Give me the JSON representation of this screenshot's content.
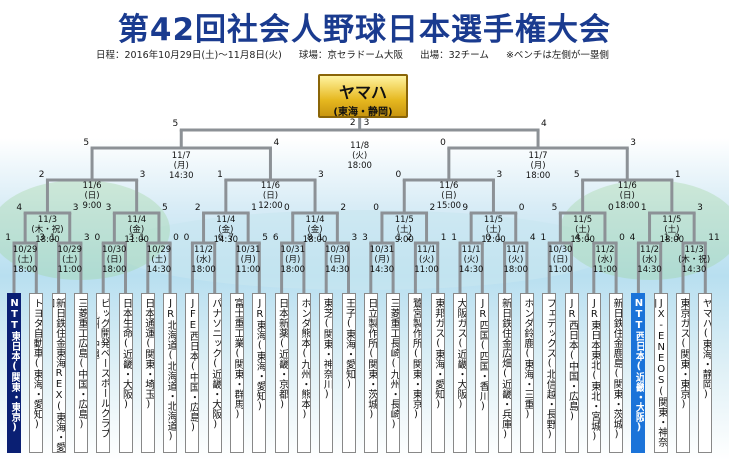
{
  "title": "第42回社会人野球日本選手権大会",
  "info": {
    "schedule": "日程：2016年10月29日(土)～11月8日(火)",
    "venue": "球場：京セラドーム大阪",
    "teams": "出場：32チーム",
    "note": "※ベンチは左側が一塁側"
  },
  "champion": {
    "name": "ヤマハ",
    "region": "(東海・静岡)"
  },
  "final": {
    "date": "11/8",
    "day": "(火)",
    "time": "18:00",
    "score_left": "2",
    "score_right": "3"
  },
  "semis": [
    {
      "date": "11/7",
      "day": "(月)",
      "time": "14:30",
      "score_left": "5",
      "score_right": "4",
      "final_score": "5"
    },
    {
      "date": "11/7",
      "day": "(月)",
      "time": "18:00",
      "score_left": "0",
      "score_right": "3",
      "final_score": "4"
    }
  ],
  "colors": {
    "title": "#1a3b8f",
    "champion": "#e6b820",
    "winner_left": "#0a1f73",
    "winner_right": "#1a73d9"
  },
  "teams": [
    "NTT東日本(関東・東京)",
    "トヨタ自動車(東海・愛知)",
    "新日鉄住金東海REX(東海・愛知)",
    "三菱重工広島(中国・広島)",
    "ビッグ開発ベースボールクラブ(九州・沖縄)",
    "日本生命(近畿・大阪)",
    "日本通運(関東・埼玉)",
    "JR北海道(北海道・北海道)",
    "JFE西日本(中国・広島)",
    "パナソニック(近畿・大阪)",
    "富士重工業(関東・群馬)",
    "JR東海(東海・愛知)",
    "日本新薬(近畿・京都)",
    "ホンダ熊本(九州・熊本)",
    "東芝(関東・神奈川)",
    "王子(東海・愛知)",
    "日立製作所(関東・茨城)",
    "三菱重工長崎(九州・長崎)",
    "鷺宮製作所(関東・東京)",
    "東邦ガス(東海・愛知)",
    "大阪ガス(近畿・大阪)",
    "JR四国(四国・香川)",
    "新日鉄住金広畑(近畿・兵庫)",
    "ホンダ鈴鹿(東海・三重)",
    "フェデックス(北信越・長野)",
    "JR西日本(中国・広島)",
    "JR東日本東北(東北・宮城)",
    "新日鉄住金鹿島(関東・茨城)",
    "NTT西日本(近畿・大阪)",
    "JX-ENEOS(関東・神奈川)",
    "東京ガス(関東・東京)",
    "ヤマハ(東海・静岡)"
  ],
  "r1": [
    {
      "date": "10/29",
      "day": "(土)",
      "time": "18:00",
      "s1": "1",
      "s2": "3"
    },
    {
      "date": "10/29",
      "day": "(土)",
      "time": "11:00",
      "s1": "1",
      "s2": "3"
    },
    {
      "date": "10/30",
      "day": "(日)",
      "time": "18:00",
      "s1": "0",
      "s2": "3"
    },
    {
      "date": "10/29",
      "day": "(土)",
      "time": "14:30",
      "s1": "1",
      "s2": "0"
    },
    {
      "date": "11/2",
      "day": "(水)",
      "time": "18:00",
      "s1": "0",
      "s2": "6"
    },
    {
      "date": "10/31",
      "day": "(月)",
      "time": "11:00",
      "s1": "7",
      "s2": "5"
    },
    {
      "date": "10/31",
      "day": "(月)",
      "time": "18:00",
      "s1": "6",
      "s2": "8"
    },
    {
      "date": "10/30",
      "day": "(日)",
      "time": "14:30",
      "s1": "1",
      "s2": "3"
    },
    {
      "date": "10/31",
      "day": "(月)",
      "time": "14:30",
      "s1": "3",
      "s2": "1"
    },
    {
      "date": "11/1",
      "day": "(火)",
      "time": "11:00",
      "s1": "2",
      "s2": "1"
    },
    {
      "date": "11/1",
      "day": "(火)",
      "time": "14:30",
      "s1": "1",
      "s2": "0"
    },
    {
      "date": "11/1",
      "day": "(火)",
      "time": "18:00",
      "s1": "1",
      "s2": "4"
    },
    {
      "date": "10/30",
      "day": "(日)",
      "time": "11:00",
      "s1": "1",
      "s2": "4"
    },
    {
      "date": "11/2",
      "day": "(水)",
      "time": "11:00",
      "s1": "1",
      "s2": "0"
    },
    {
      "date": "11/2",
      "day": "(水)",
      "time": "14:30",
      "s1": "4",
      "s2": "1"
    },
    {
      "date": "11/3",
      "day": "(木・祝)",
      "time": "14:30",
      "s1": "3",
      "s2": "11"
    }
  ],
  "r2": [
    {
      "date": "11/3",
      "day": "(木・祝)",
      "time": "18:00",
      "s1": "4",
      "s2": "3"
    },
    {
      "date": "11/4",
      "day": "(金)",
      "time": "11:00",
      "s1": "3",
      "s2": "5"
    },
    {
      "date": "11/4",
      "day": "(金)",
      "time": "14:30",
      "s1": "2",
      "s2": "1"
    },
    {
      "date": "11/4",
      "day": "(金)",
      "time": "18:00",
      "s1": "0",
      "s2": "2"
    },
    {
      "date": "11/5",
      "day": "(土)",
      "time": "9:00",
      "s1": "0",
      "s2": "2"
    },
    {
      "date": "11/5",
      "day": "(土)",
      "time": "12:00",
      "s1": "9",
      "s2": "0"
    },
    {
      "date": "11/5",
      "day": "(土)",
      "time": "15:00",
      "s1": "5",
      "s2": "0"
    },
    {
      "date": "11/5",
      "day": "(土)",
      "time": "18:00",
      "s1": "1",
      "s2": "3"
    }
  ],
  "r3": [
    {
      "date": "11/6",
      "day": "(日)",
      "time": "9:00",
      "s1": "2",
      "s2": "3"
    },
    {
      "date": "11/6",
      "day": "(日)",
      "time": "12:00",
      "s1": "1",
      "s2": "3"
    },
    {
      "date": "11/6",
      "day": "(日)",
      "time": "15:00",
      "s1": "0",
      "s2": "3"
    },
    {
      "date": "11/6",
      "day": "(日)",
      "time": "18:00",
      "s1": "5",
      "s2": "1"
    }
  ]
}
